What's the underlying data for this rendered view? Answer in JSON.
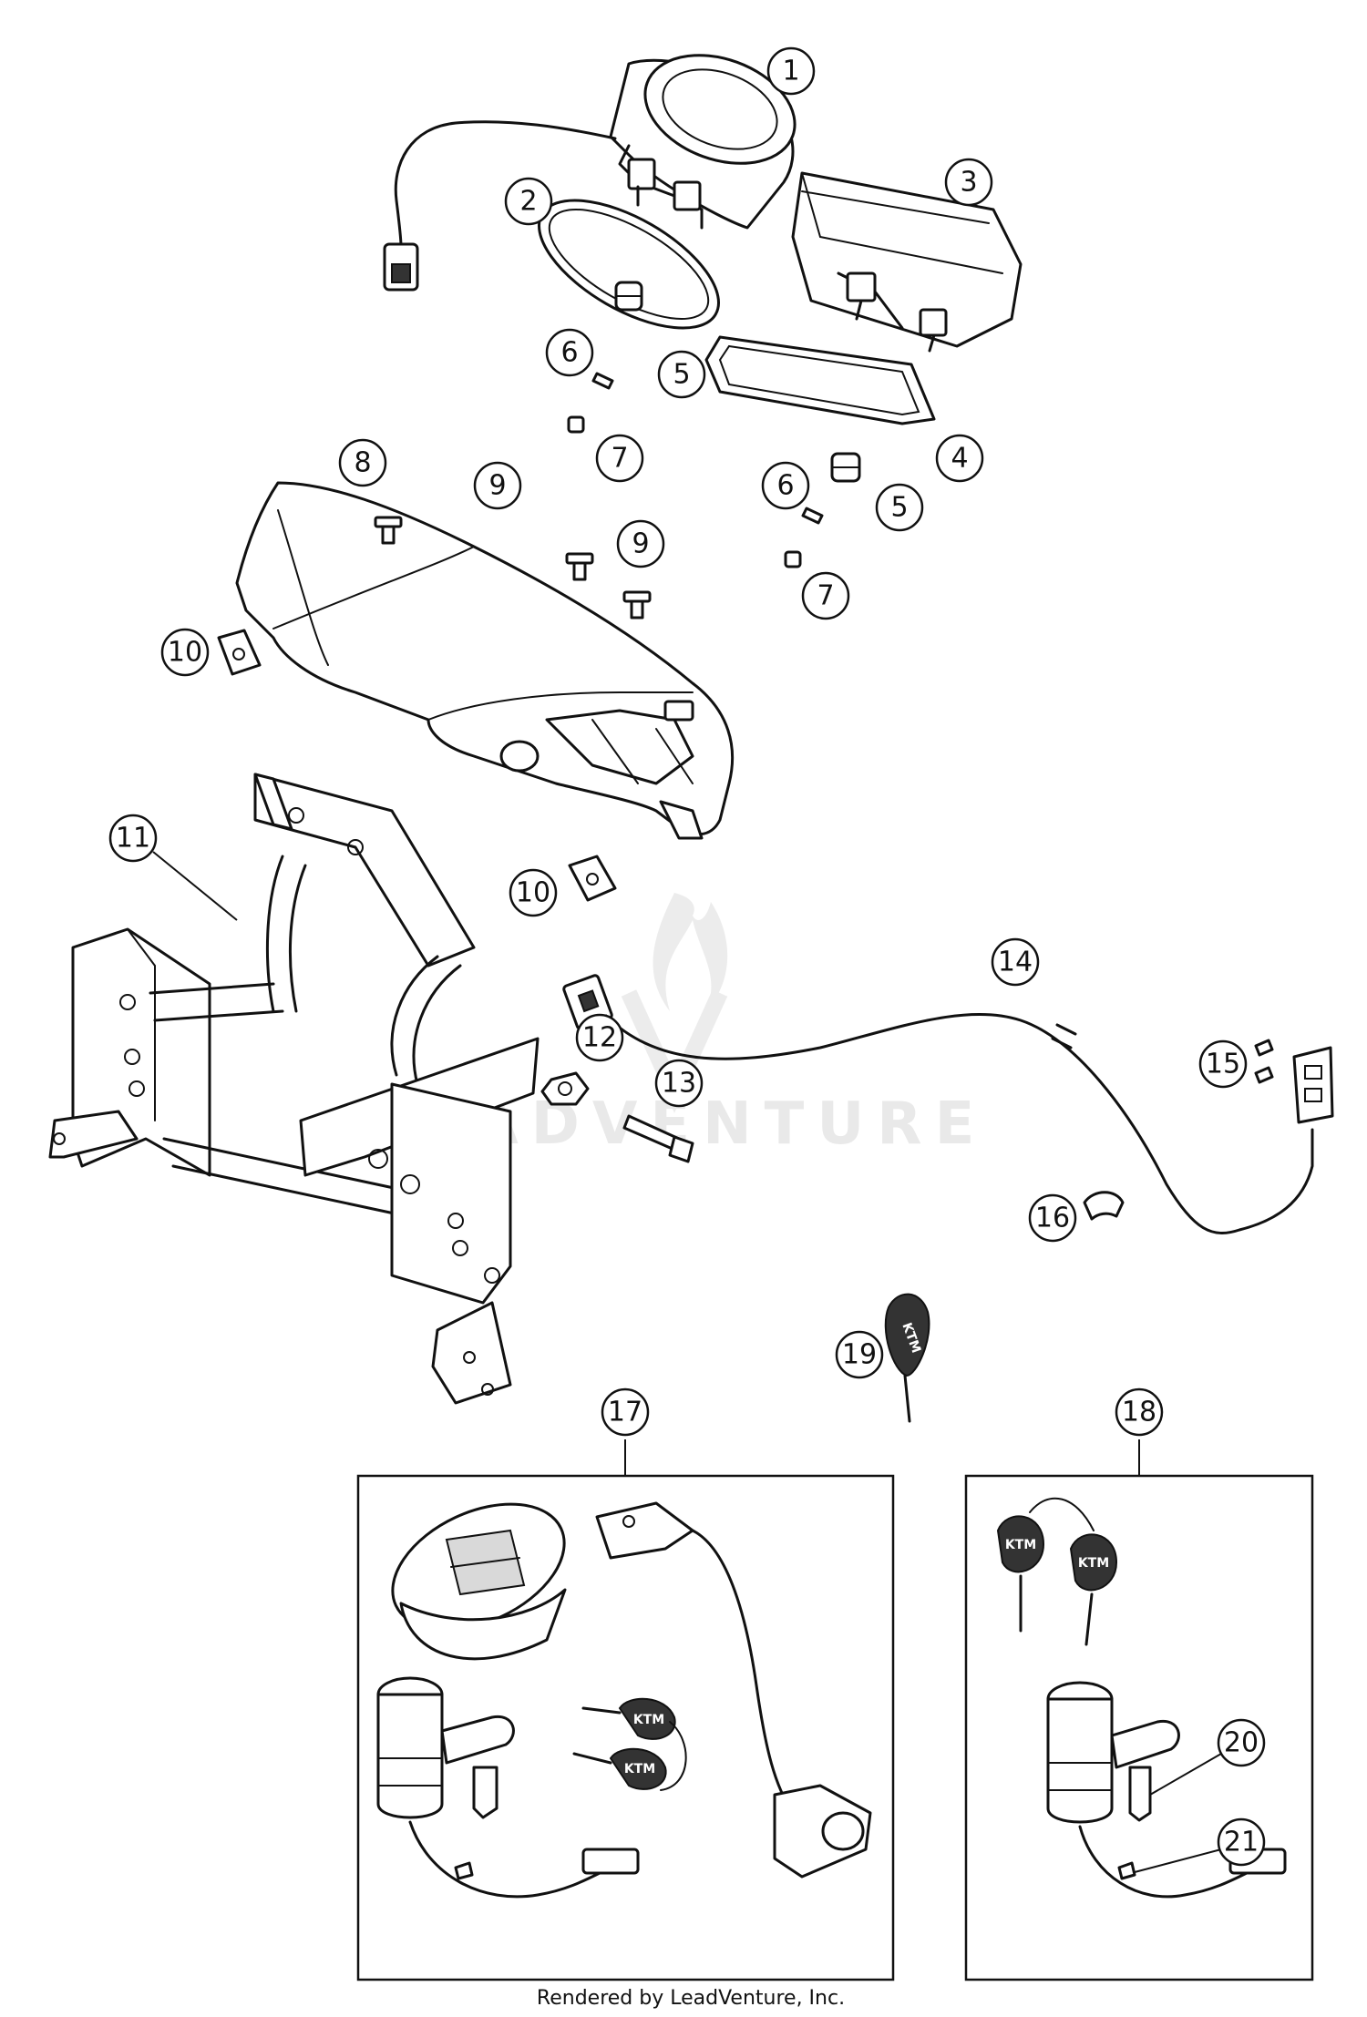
{
  "diagram": {
    "watermark": "LEADVENTURE",
    "footer": "Rendered by LeadVenture, Inc.",
    "key_brand": "KTM",
    "callouts": [
      "1",
      "2",
      "3",
      "4",
      "5",
      "6",
      "7",
      "8",
      "9",
      "10",
      "11",
      "12",
      "13",
      "14",
      "15",
      "16",
      "17",
      "18",
      "19",
      "20",
      "21"
    ]
  }
}
